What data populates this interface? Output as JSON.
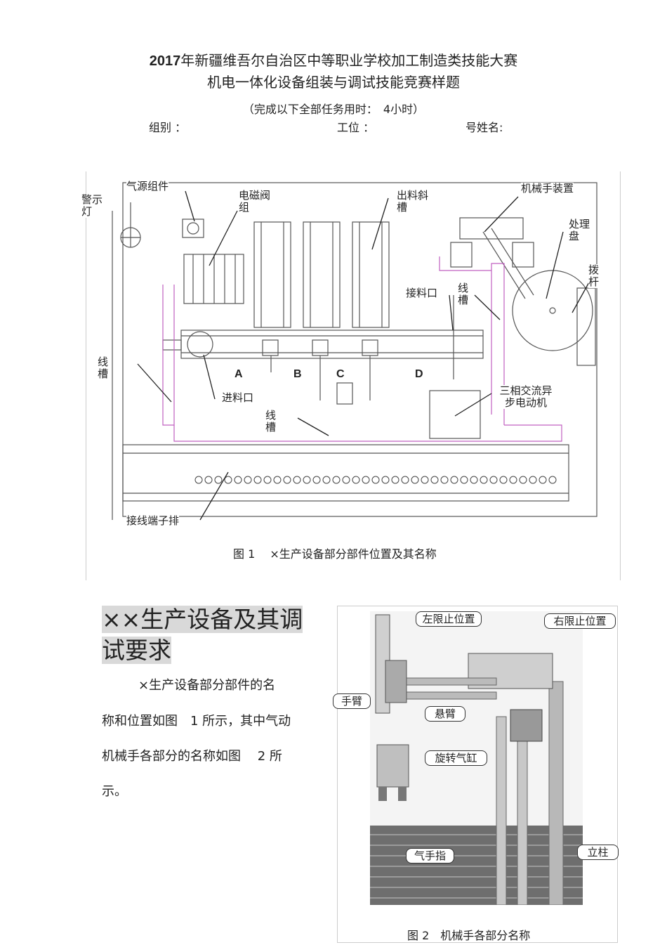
{
  "header": {
    "year": "2017",
    "title_line1": "年新疆维吾尔自治区中等职业学校",
    "title_line1b": "加工制造类技能大赛",
    "title_line2": "机电一体化设备组装与调试技能竞赛样题",
    "subtitle": "（完成以下全部任务用时：　4小时）",
    "group_label": "组别 ：",
    "station_label": "工位 ：",
    "name_label": "号姓名:"
  },
  "figure1": {
    "labels": {
      "warning_light": "警示灯",
      "air_source": "气源组件",
      "solenoid": "电磁阀组",
      "chute": "出料斜槽",
      "manipulator": "机械手装置",
      "tray": "处理盘",
      "lever": "拨杆",
      "receive_port": "接料口",
      "trunking_right": "线槽",
      "trunking_left": "线槽",
      "feed_port": "进料口",
      "trunking_bottom": "线槽",
      "motor": "三相交流异步电动机",
      "terminal": "接线端子排",
      "pos_a": "A",
      "pos_b": "B",
      "pos_c": "C",
      "pos_d": "D"
    },
    "caption": "图 1　 ×生产设备部分部件位置及其名称"
  },
  "section": {
    "title": "××生产设备及其调试要求",
    "paragraph_lines": [
      "×生产设备部分部件的名",
      "称和位置如图　1 所示，其中气动",
      "机械手各部分的名称如图　 2 所",
      "示。"
    ]
  },
  "figure2": {
    "callouts": {
      "left_limit": "左限止位置",
      "right_limit": "右限止位置",
      "arm": "手臂",
      "cantilever": "悬臂",
      "rotary_cylinder": "旋转气缸",
      "gripper": "气手指",
      "column": "立柱"
    },
    "caption": "图 2　机械手各部分名称"
  }
}
